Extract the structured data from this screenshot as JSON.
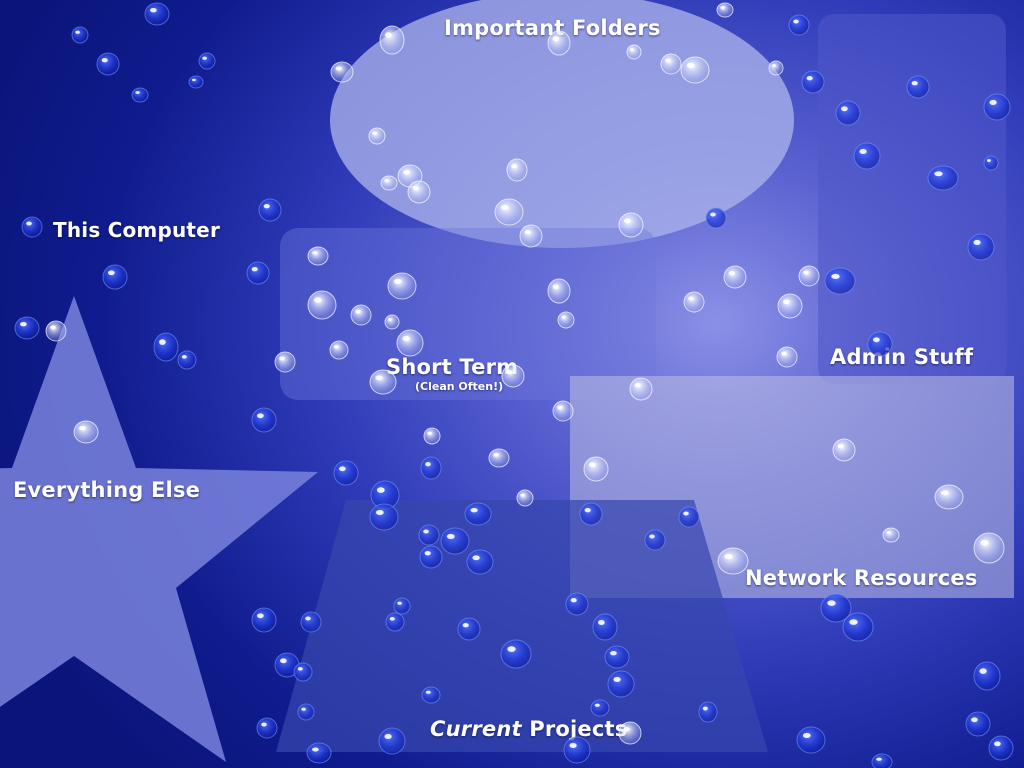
{
  "desktop": {
    "background_colors": {
      "center": "#8b90e6",
      "edge": "#0a157c"
    },
    "zones": {
      "important_folders": {
        "label": "Important Folders",
        "color": "#aab2eb"
      },
      "admin_stuff": {
        "label": "Admin Stuff",
        "color": "#5058c8"
      },
      "this_computer": {
        "label": "This Computer"
      },
      "short_term": {
        "label": "Short Term",
        "sublabel": "(Clean Often!)",
        "color": "#6e78dc"
      },
      "network_resources": {
        "label": "Network Resources",
        "color": "#bec0e4"
      },
      "everything_else": {
        "label": "Everything Else",
        "color": "#6e78d6"
      },
      "current_projects": {
        "label_em": "Current",
        "label_rest": " Projects",
        "color": "#3746af"
      }
    },
    "decoration": {
      "water_drops": "water-drop-icon"
    }
  }
}
